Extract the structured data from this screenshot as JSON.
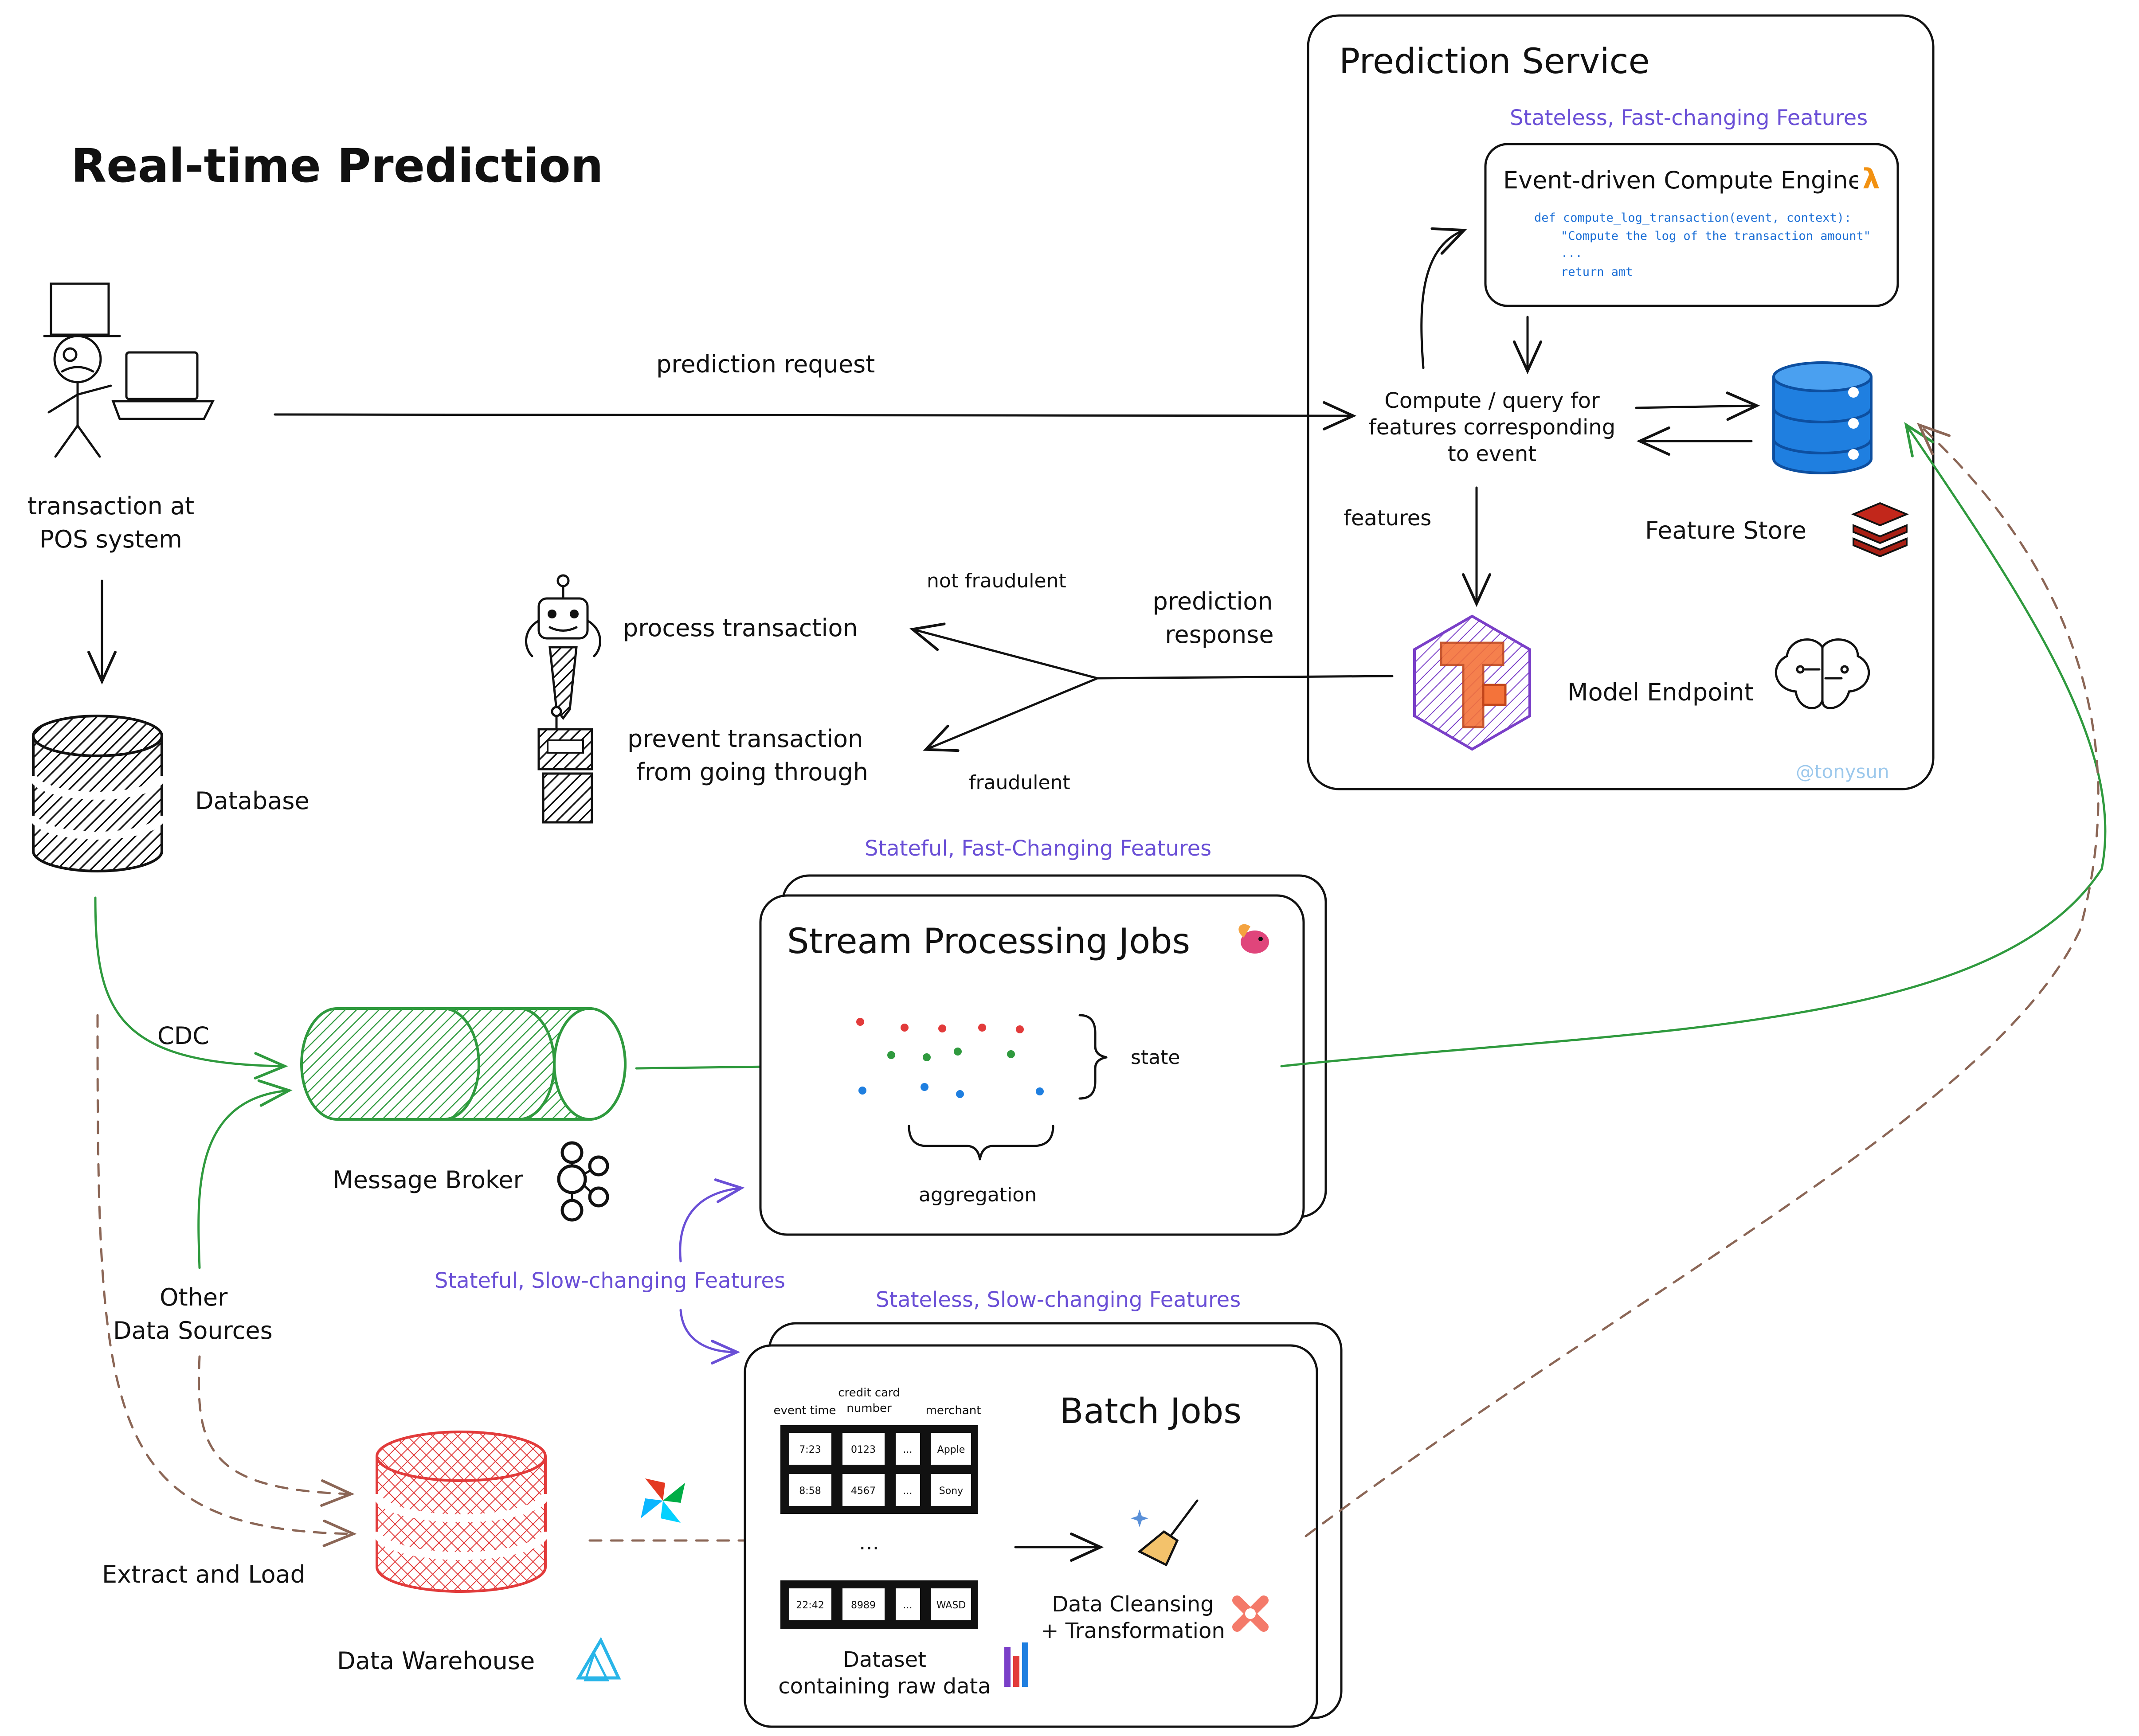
{
  "title": "Real-time Prediction",
  "actor": {
    "label_line1": "transaction at",
    "label_line2": "POS system"
  },
  "edges": {
    "prediction_request": "prediction request",
    "prediction_response_line1": "prediction",
    "prediction_response_line2": "response",
    "not_fraudulent": "not fraudulent",
    "fraudulent": "fraudulent",
    "features": "features",
    "cdc": "CDC",
    "other_sources_line1": "Other",
    "other_sources_line2": "Data Sources",
    "extract_and_load": "Extract and Load"
  },
  "outcomes": {
    "process": "process transaction",
    "prevent_line1": "prevent transaction",
    "prevent_line2": "from going through"
  },
  "database": {
    "label": "Database"
  },
  "prediction_service": {
    "title": "Prediction Service",
    "stateless_fast": "Stateless, Fast-changing Features",
    "engine": {
      "title": "Event-driven Compute Engine",
      "lambda_glyph": "λ",
      "code": [
        "def compute_log_transaction(event, context):",
        "\"Compute the log of the transaction amount\"",
        "...",
        "return amt"
      ]
    },
    "compute_line1": "Compute / query for",
    "compute_line2": "features corresponding",
    "compute_line3": "to event",
    "feature_store": "Feature Store",
    "model_endpoint": "Model Endpoint",
    "credit": "@tonysun"
  },
  "stream": {
    "header": "Stateful, Fast-Changing Features",
    "title": "Stream Processing Jobs",
    "state": "state",
    "aggregation": "aggregation"
  },
  "message_broker": {
    "label": "Message Broker"
  },
  "stateful_slow": "Stateful, Slow-changing Features",
  "batch": {
    "header": "Stateless, Slow-changing Features",
    "title": "Batch Jobs",
    "col_event_time": "event time",
    "col_card_line1": "credit card",
    "col_card_line2": "number",
    "col_merchant": "merchant",
    "rows": [
      [
        "7:23",
        "0123",
        "...",
        "Apple"
      ],
      [
        "8:58",
        "4567",
        "...",
        "Sony"
      ],
      [
        "22:42",
        "8989",
        "...",
        "WASD"
      ]
    ],
    "row_ellipsis": "...",
    "dataset_line1": "Dataset",
    "dataset_line2": "containing raw data",
    "cleansing_line1": "Data Cleansing",
    "cleansing_line2": "+ Transformation"
  },
  "data_warehouse": {
    "label": "Data Warehouse"
  },
  "colors": {
    "green": "#2f9a3e",
    "purple": "#6a4fd6",
    "brown_dashed": "#8b6656",
    "blue_store": "#1f7fe0",
    "red_warehouse": "#e23b3b",
    "tf_orange": "#f4733a",
    "tf_purple": "#7a3fc8"
  }
}
